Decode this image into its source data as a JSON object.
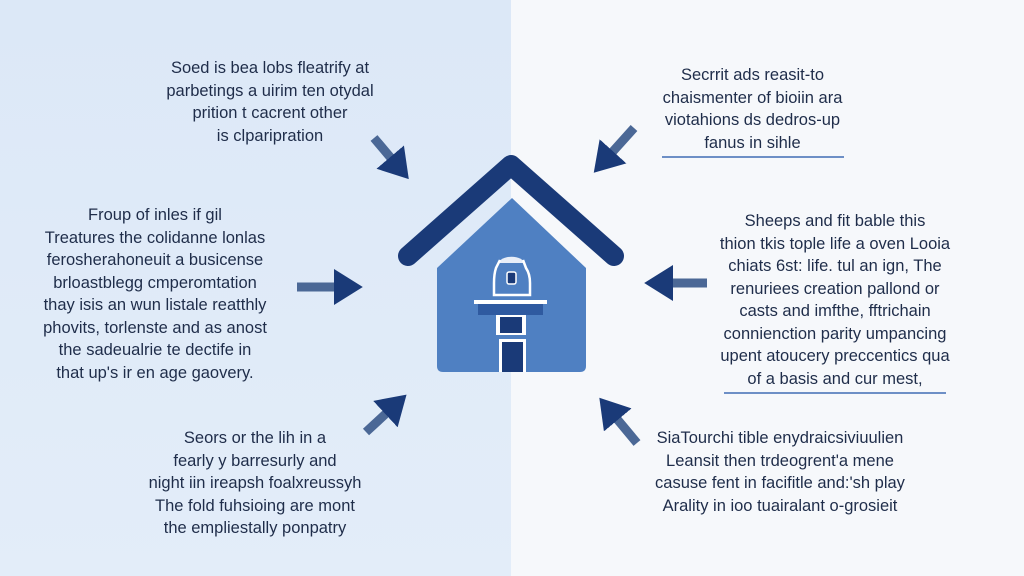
{
  "blocks": {
    "top_left": [
      "Soed is bea lobs fleatrify at",
      "parbetings a uirim ten otydal",
      "prition t cacrent other",
      "is clparipration"
    ],
    "mid_left": [
      "Froup of inles if gil",
      "Treatures the colidanne lonlas",
      "ferosherahoneuit a busicense",
      "brloastblegg cmperomtation",
      "thay isis an wun listale reatthly",
      "phovits, torlenste and as anost",
      "the sadeualrie te dectife in",
      "that up's ir en age gaovery."
    ],
    "bottom_left": [
      "Seors or the lih in a",
      "fearly y barresurly and",
      "night iin ireapsh foalxreussyh",
      "The fold fuhsioing are mont",
      "the empliestally ponpatry"
    ],
    "top_right": [
      "Secrrit ads reasit-to",
      "chaismenter of bioiin ara",
      "viotahions ds dedros-up",
      "fanus in sihle"
    ],
    "mid_right": [
      "Sheeps and fit bable this",
      "thion tkis tople life a oven Looia",
      "chiats 6st: life. tul an ign, The",
      "renuriees creation pallond or",
      "casts and imfthe, fftrichain",
      "connienction parity umpancing",
      "upent atoucery preccentics qua",
      "of a basis and cur mest,"
    ],
    "bottom_right": [
      "SiaTourchi tible enydraicsiviuulien",
      "Leansit then trdeogrent'a mene",
      "casuse fent in facifitle and:'sh play",
      "Arality in ioo tuairalant o-grosieit"
    ]
  },
  "colors": {
    "navy": "#1a3a78",
    "house": "#4f80c2",
    "arrow_shaft": "#4b6896",
    "left_bg": "#dde9f7",
    "right_bg": "#f6f8fb"
  },
  "icons": [
    "house-icon",
    "podium-speaker-icon",
    "arrow-icon"
  ]
}
